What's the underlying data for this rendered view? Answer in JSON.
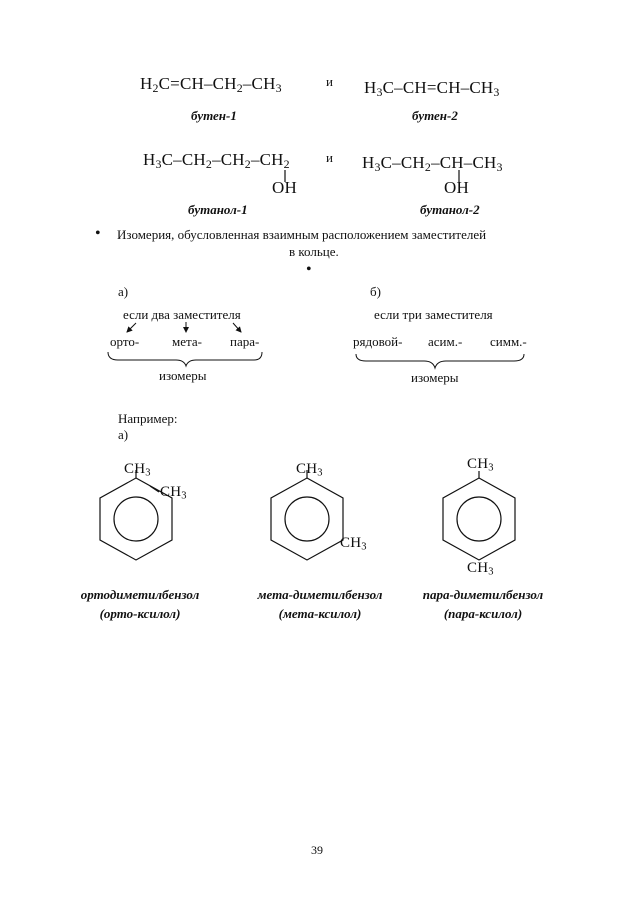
{
  "butene": {
    "left_formula_parts": [
      "H",
      "2",
      "C=CH–CH",
      "2",
      "–CH",
      "3"
    ],
    "conj": "и",
    "right_formula_parts": [
      "H",
      "3",
      "C–CH=CH–CH",
      "3"
    ],
    "left_caption": "бутен-1",
    "right_caption": "бутен-2"
  },
  "butanol": {
    "left_formula_parts": [
      "H",
      "3",
      "C–CH",
      "2",
      "–CH",
      "2",
      "–CH",
      "2"
    ],
    "left_oh": "OH",
    "conj": "и",
    "right_formula_parts": [
      "H",
      "3",
      "C–CH",
      "2",
      "–CH–CH",
      "3"
    ],
    "right_oh": "OH",
    "left_caption": "бутанол-1",
    "right_caption": "бутанол-2"
  },
  "isomerism": {
    "bullet_text_line1": "Изомерия, обусловленная взаимным расположением заместителей",
    "bullet_text_line2": "в кольце.",
    "a_label": "а)",
    "b_label": "б)",
    "two_subst": "если два заместителя",
    "three_subst": "если три заместителя",
    "ortho": "орто-",
    "meta": "мета-",
    "para": "пара-",
    "ryad": "рядовой-",
    "asim": "асим.-",
    "simm": "симм.-",
    "isomers_left": "изомеры",
    "isomers_right": "изомеры"
  },
  "example": {
    "label": "Например:",
    "sub_label": "а)"
  },
  "rings": {
    "ch3": [
      "CH",
      "3"
    ],
    "captions": [
      {
        "line1": "ортодиметилбензол",
        "line2": "(орто-ксилол)"
      },
      {
        "line1": "мета-диметилбензол",
        "line2": "(мета-ксилол)"
      },
      {
        "line1": "пара-диметилбензол",
        "line2": "(пара-ксилол)"
      }
    ]
  },
  "page_number": "39"
}
